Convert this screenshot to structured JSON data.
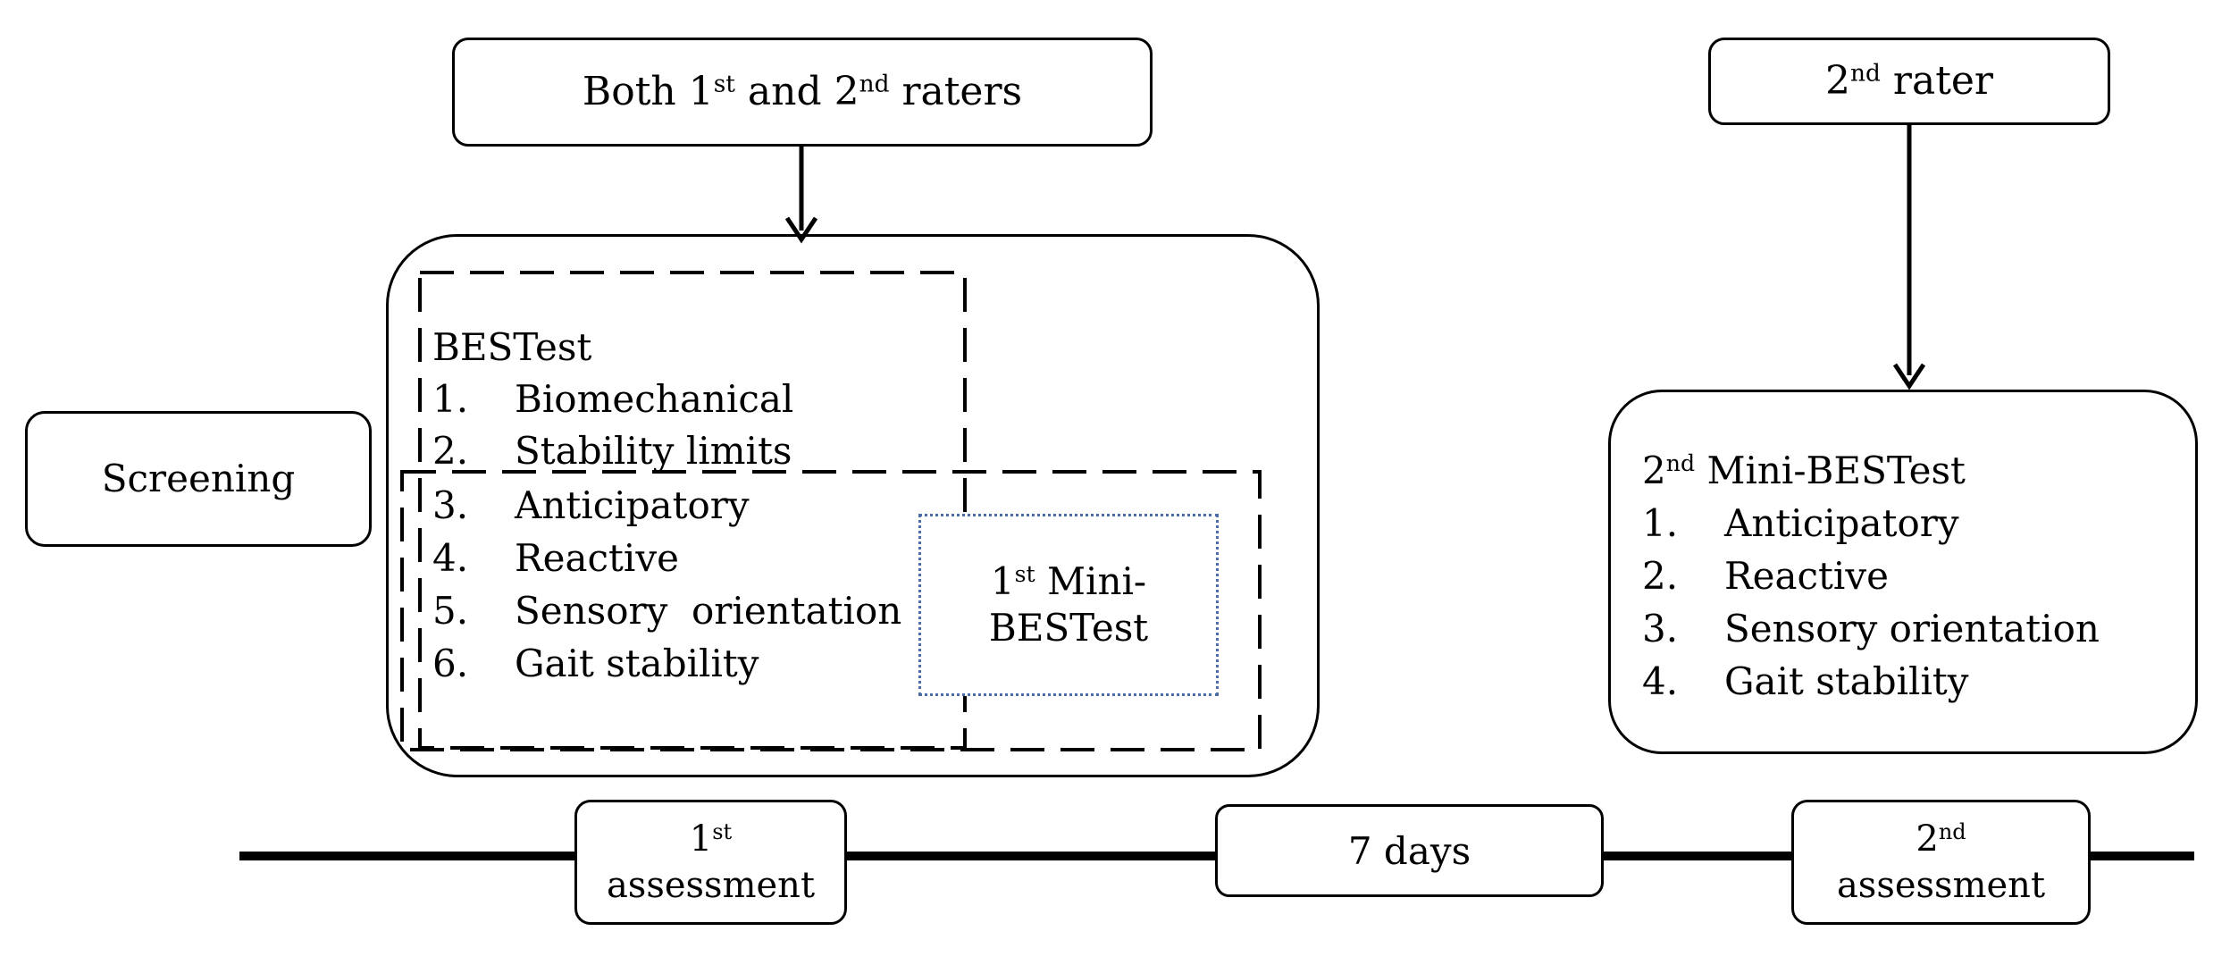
{
  "raters": {
    "both": {
      "prefix": "Both 1",
      "sup1": "st",
      "middle": " and 2",
      "sup2": "nd",
      "suffix": " raters"
    },
    "second": {
      "prefix": "2",
      "sup": "nd",
      "suffix": " rater"
    }
  },
  "screening": "Screening",
  "bestest": {
    "title": "BESTest",
    "items": [
      {
        "num": "1.",
        "label": "Biomechanical"
      },
      {
        "num": "2.",
        "label": "Stability limits"
      },
      {
        "num": "3.",
        "label": "Anticipatory"
      },
      {
        "num": "4.",
        "label": "Reactive"
      },
      {
        "num": "5.",
        "label": "Sensory  orientation"
      },
      {
        "num": "6.",
        "label": "Gait stability"
      }
    ]
  },
  "mini1": {
    "prefix": "1",
    "sup": "st",
    "line1_rest": " Mini-",
    "line2": "BESTest"
  },
  "mini2": {
    "prefix": "2",
    "sup": "nd",
    "suffix": " Mini-BESTest",
    "items": [
      {
        "num": "1.",
        "label": "Anticipatory"
      },
      {
        "num": "2.",
        "label": "Reactive"
      },
      {
        "num": "3.",
        "label": "Sensory orientation"
      },
      {
        "num": "4.",
        "label": "Gait stability"
      }
    ]
  },
  "timeline": {
    "first": {
      "prefix": "1",
      "sup": "st",
      "line2": "assessment"
    },
    "days": "7 days",
    "second": {
      "prefix": "2",
      "sup": "nd",
      "line2": "assessment"
    }
  }
}
